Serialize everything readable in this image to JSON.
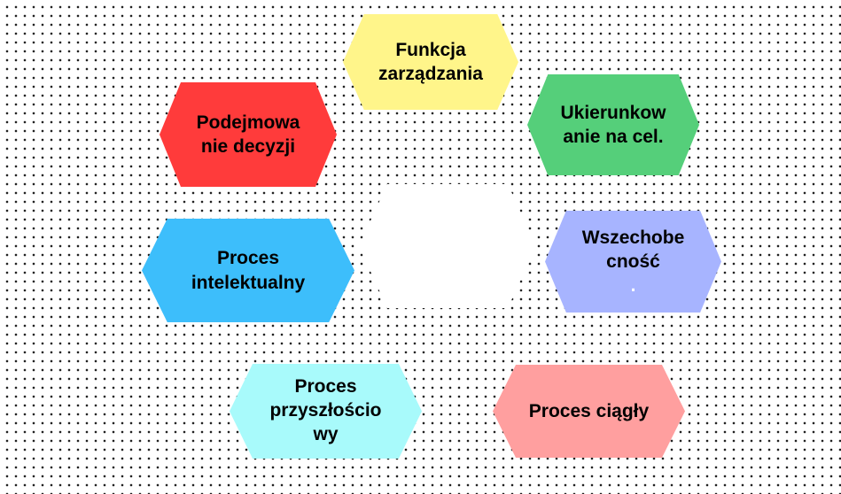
{
  "hexagons": {
    "top": {
      "lines": [
        "Funkcja",
        "zarządzania"
      ],
      "color": "#FFF58A"
    },
    "top_left": {
      "lines": [
        "Podejmowa",
        "nie decyzji"
      ],
      "color": "#FF3B3B"
    },
    "top_right": {
      "lines": [
        "Ukierunkow",
        "anie na cel."
      ],
      "color": "#55CF7A"
    },
    "middle_left": {
      "lines": [
        "Proces",
        "intelektualny"
      ],
      "color": "#3DBEFB"
    },
    "middle_right": {
      "lines": [
        "Wszechobe",
        "cność"
      ],
      "trailing": ".",
      "color": "#A7B4FF",
      "trailing_color": "#ffffff"
    },
    "bottom_left": {
      "lines": [
        "Proces",
        "przyszłościo",
        "wy"
      ],
      "color": "#A8FAFB"
    },
    "bottom_right": {
      "lines": [
        "Proces ciągły"
      ],
      "color": "#FF9F9F"
    }
  },
  "center": {
    "color": "#ffffff"
  }
}
